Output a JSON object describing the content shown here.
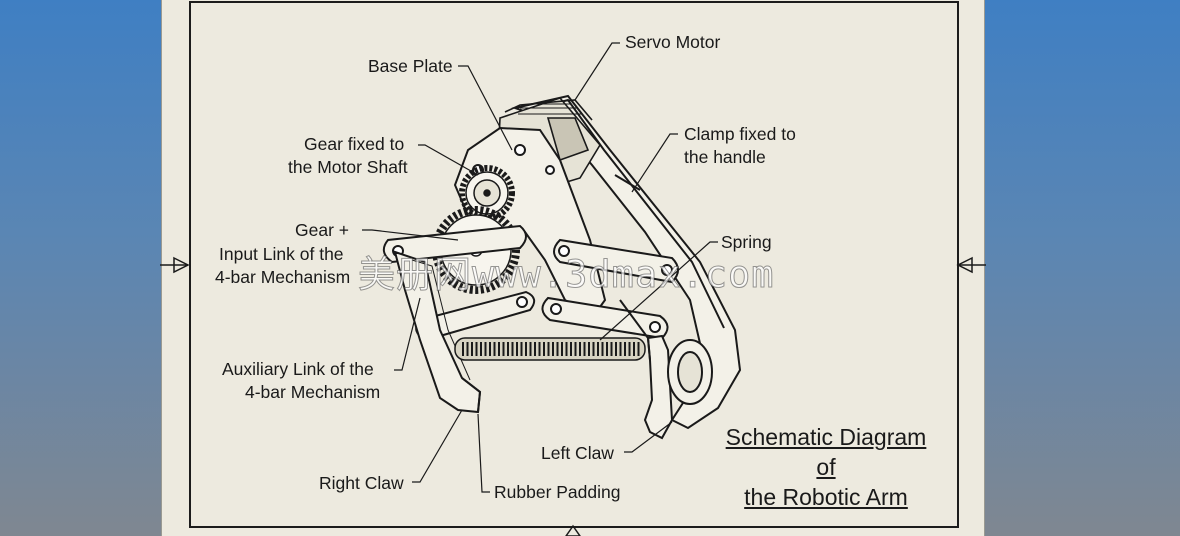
{
  "labels": {
    "servo_motor": "Servo Motor",
    "base_plate": "Base Plate",
    "gear_fixed_1": "Gear fixed to",
    "gear_fixed_2": "the Motor Shaft",
    "clamp_1": "Clamp fixed to",
    "clamp_2": "the handle",
    "gear_input_1": "Gear +",
    "gear_input_2": "Input Link of the",
    "gear_input_3": "4-bar Mechanism",
    "spring": "Spring",
    "aux_link_1": "Auxiliary Link of the",
    "aux_link_2": "4-bar Mechanism",
    "left_claw": "Left Claw",
    "right_claw": "Right Claw",
    "rubber_padding": "Rubber Padding"
  },
  "title": {
    "line1": "Schematic Diagram",
    "line2": "of",
    "line3": "the Robotic Arm"
  },
  "watermark": "美册网www.3dmax.com"
}
